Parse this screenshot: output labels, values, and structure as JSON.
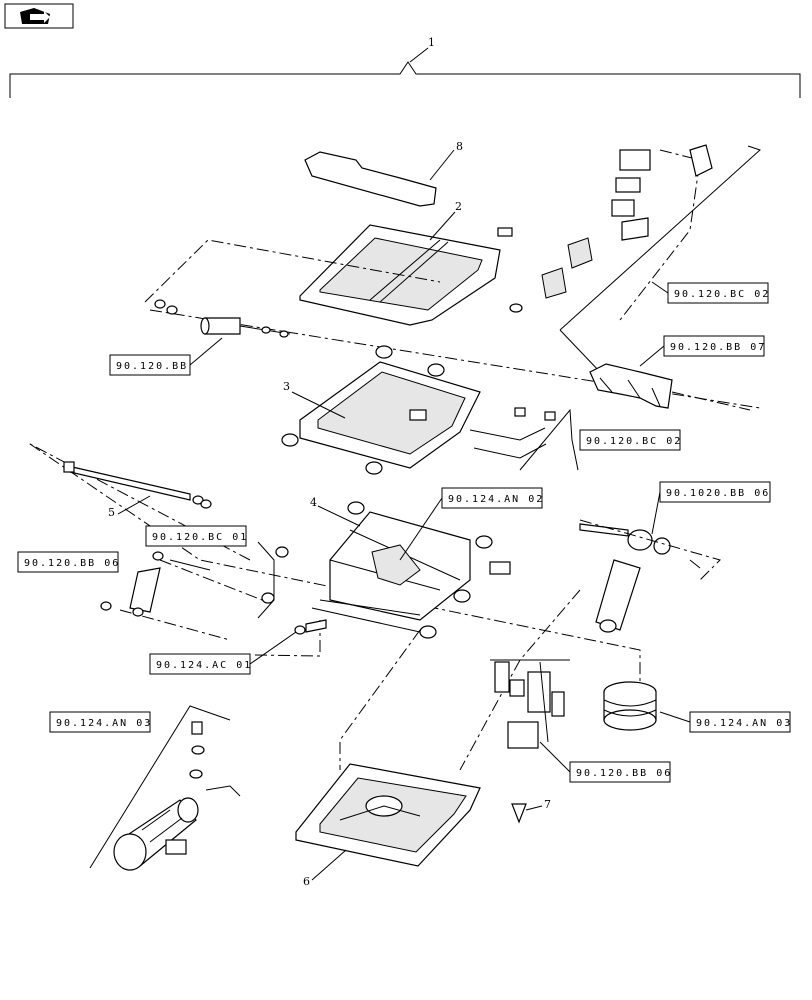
{
  "nav_icon": "arrow-return-icon",
  "item_numbers": [
    "1",
    "2",
    "3",
    "4",
    "5",
    "6",
    "7",
    "8"
  ],
  "references": [
    "90.120.BC 02",
    "90.120.BB",
    "90.120.BB 07",
    "90.120.BC 02",
    "90.124.AN 02",
    "90.1020.BB 06",
    "90.120.BC 01",
    "90.120.BB 06",
    "90.124.AC 01",
    "90.124.AN 03",
    "90.124.AN 03",
    "90.120.BB 06"
  ]
}
